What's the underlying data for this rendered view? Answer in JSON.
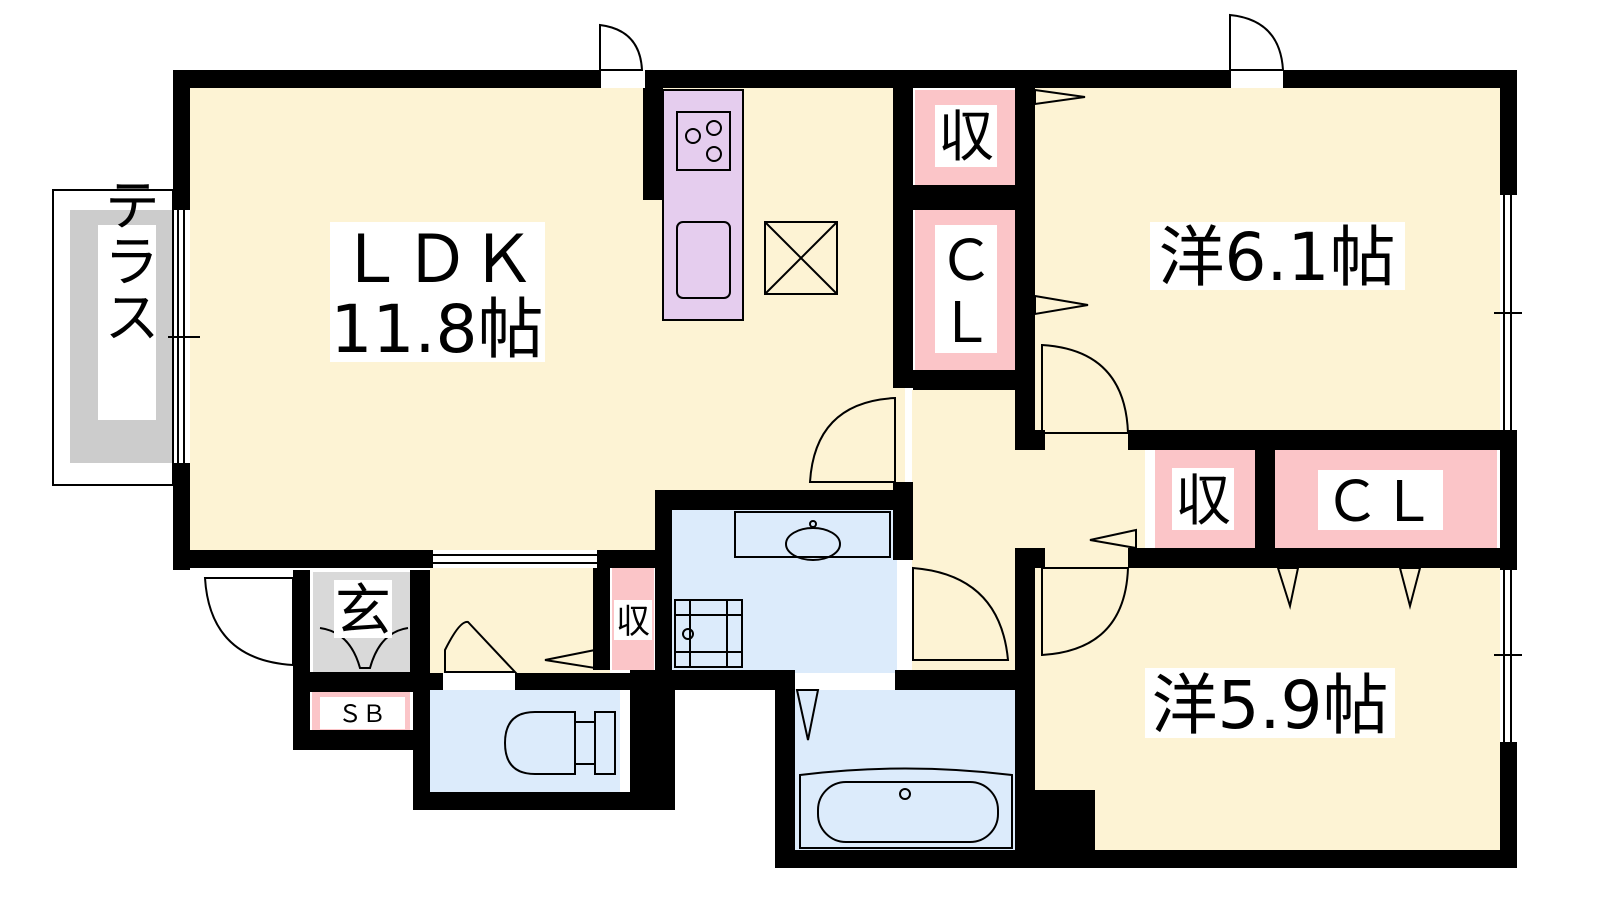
{
  "colors": {
    "living_floor": "#fdf3d4",
    "wet_area": "#dcebfb",
    "storage": "#fbc5c8",
    "kitchen_counter": "#e5cdee",
    "terrace": "#cccccc",
    "genkan": "#d9d9d9",
    "wall": "#000000"
  },
  "rooms": {
    "ldk_line1": "ＬＤＫ",
    "ldk_line2": "11.8帖",
    "western1": "洋6.1帖",
    "western2": "洋5.9帖",
    "terrace": "テラス",
    "genkan": "玄",
    "shoe_box": "ＳＢ",
    "storage_top": "収",
    "closet_top_c": "Ｃ",
    "closet_top_l": "Ｌ",
    "storage_mid": "収",
    "closet_mid": "ＣＬ",
    "storage_small": "収"
  },
  "icons": [
    "stove-icon",
    "sink-icon",
    "refrigerator-space-icon",
    "washbasin-icon",
    "washing-machine-icon",
    "toilet-icon",
    "bathtub-icon"
  ]
}
